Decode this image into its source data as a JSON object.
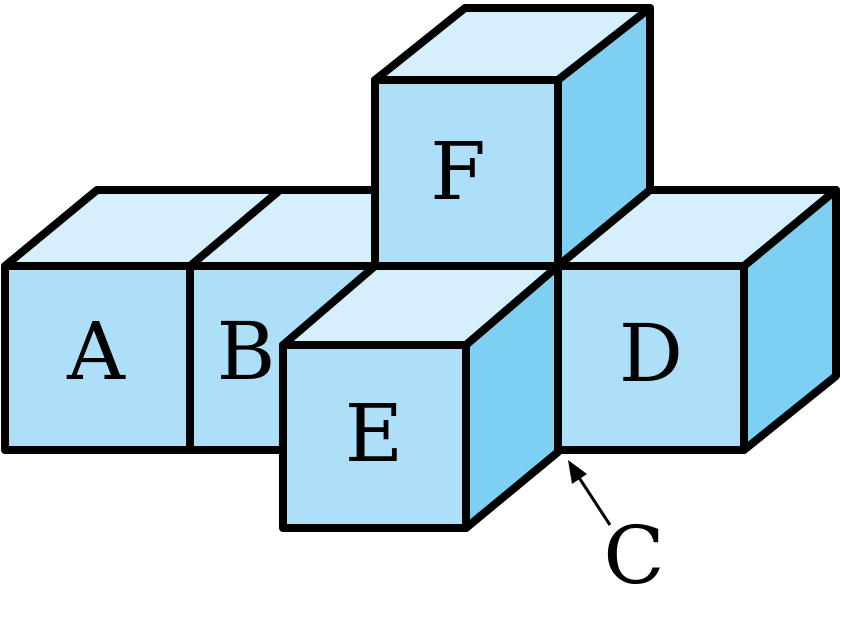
{
  "colors": {
    "front": "#ADDFF8",
    "top": "#D6EFFD",
    "side": "#7ED0F2",
    "outline": "#000000"
  },
  "cubes": {
    "a": "A",
    "b": "B",
    "d": "D",
    "e": "E",
    "f": "F"
  },
  "pointer": {
    "label": "C"
  }
}
